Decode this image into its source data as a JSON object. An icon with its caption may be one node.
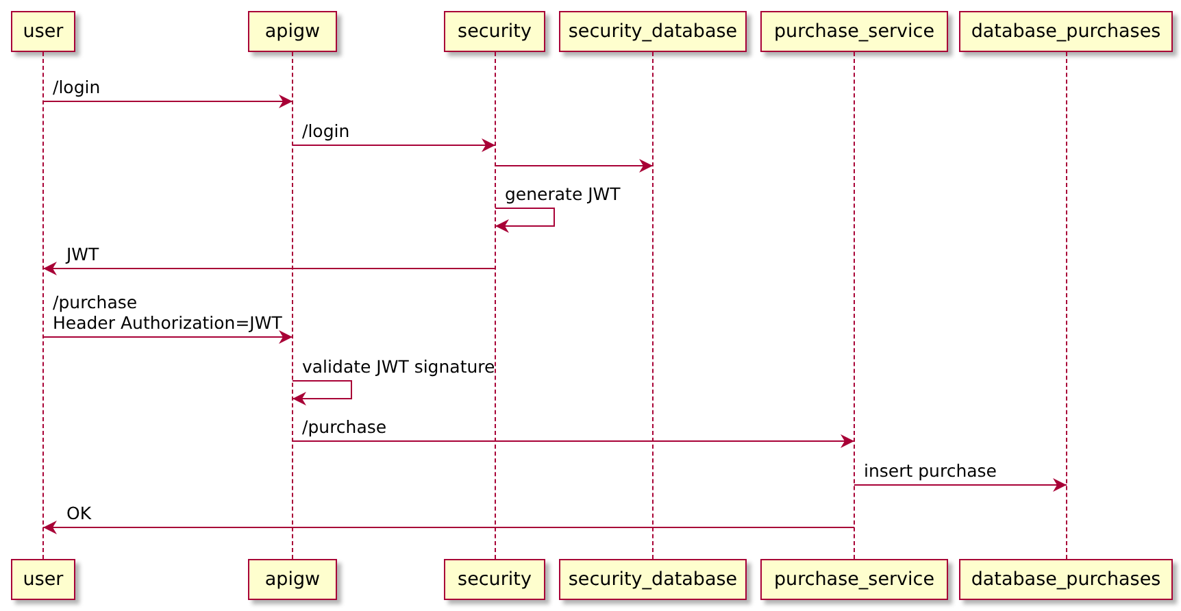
{
  "diagram": {
    "nodes": [
      {
        "text": [
          "user"
        ]
      },
      {
        "text": [
          "apigw"
        ]
      },
      {
        "text": [
          "security"
        ]
      },
      {
        "text": [
          "security_database"
        ]
      },
      {
        "text": [
          "purchase_service"
        ]
      },
      {
        "text": [
          "database_purchases"
        ]
      },
      {
        "text": [],
        "shape": "line"
      },
      {
        "text": [],
        "shape": "line"
      },
      {
        "text": [],
        "shape": "line"
      },
      {
        "text": [],
        "shape": "line"
      },
      {
        "text": [],
        "shape": "line"
      },
      {
        "text": [],
        "shape": "line"
      },
      {
        "text": [
          "user"
        ]
      },
      {
        "text": [
          "apigw"
        ]
      },
      {
        "text": [
          "security"
        ]
      },
      {
        "text": [
          "security_database"
        ]
      },
      {
        "text": [
          "purchase_service"
        ]
      },
      {
        "text": [
          "database_purchases"
        ]
      }
    ],
    "edges": [
      {
        "from": 6,
        "to": 7,
        "arrow": "to",
        "label": "/login"
      },
      {
        "from": 7,
        "to": 8,
        "arrow": "to",
        "label": "/login"
      },
      {
        "from": 8,
        "to": 9,
        "arrow": "to"
      },
      {
        "from": 8,
        "to": 8,
        "arrow": "to",
        "label": "generate JWT"
      },
      {
        "from": 8,
        "to": 6,
        "arrow": "to",
        "label": "JWT"
      },
      {
        "from": 6,
        "to": 7,
        "arrow": "to",
        "label": "/purchase Header Authorization=JWT"
      },
      {
        "from": 7,
        "to": 7,
        "arrow": "to",
        "label": "validate JWT signature"
      },
      {
        "from": 7,
        "to": 10,
        "arrow": "to",
        "label": "/purchase"
      },
      {
        "from": 10,
        "to": 11,
        "arrow": "to",
        "label": "insert purchase"
      },
      {
        "from": 10,
        "to": 6,
        "arrow": "to",
        "label": "OK"
      }
    ]
  }
}
